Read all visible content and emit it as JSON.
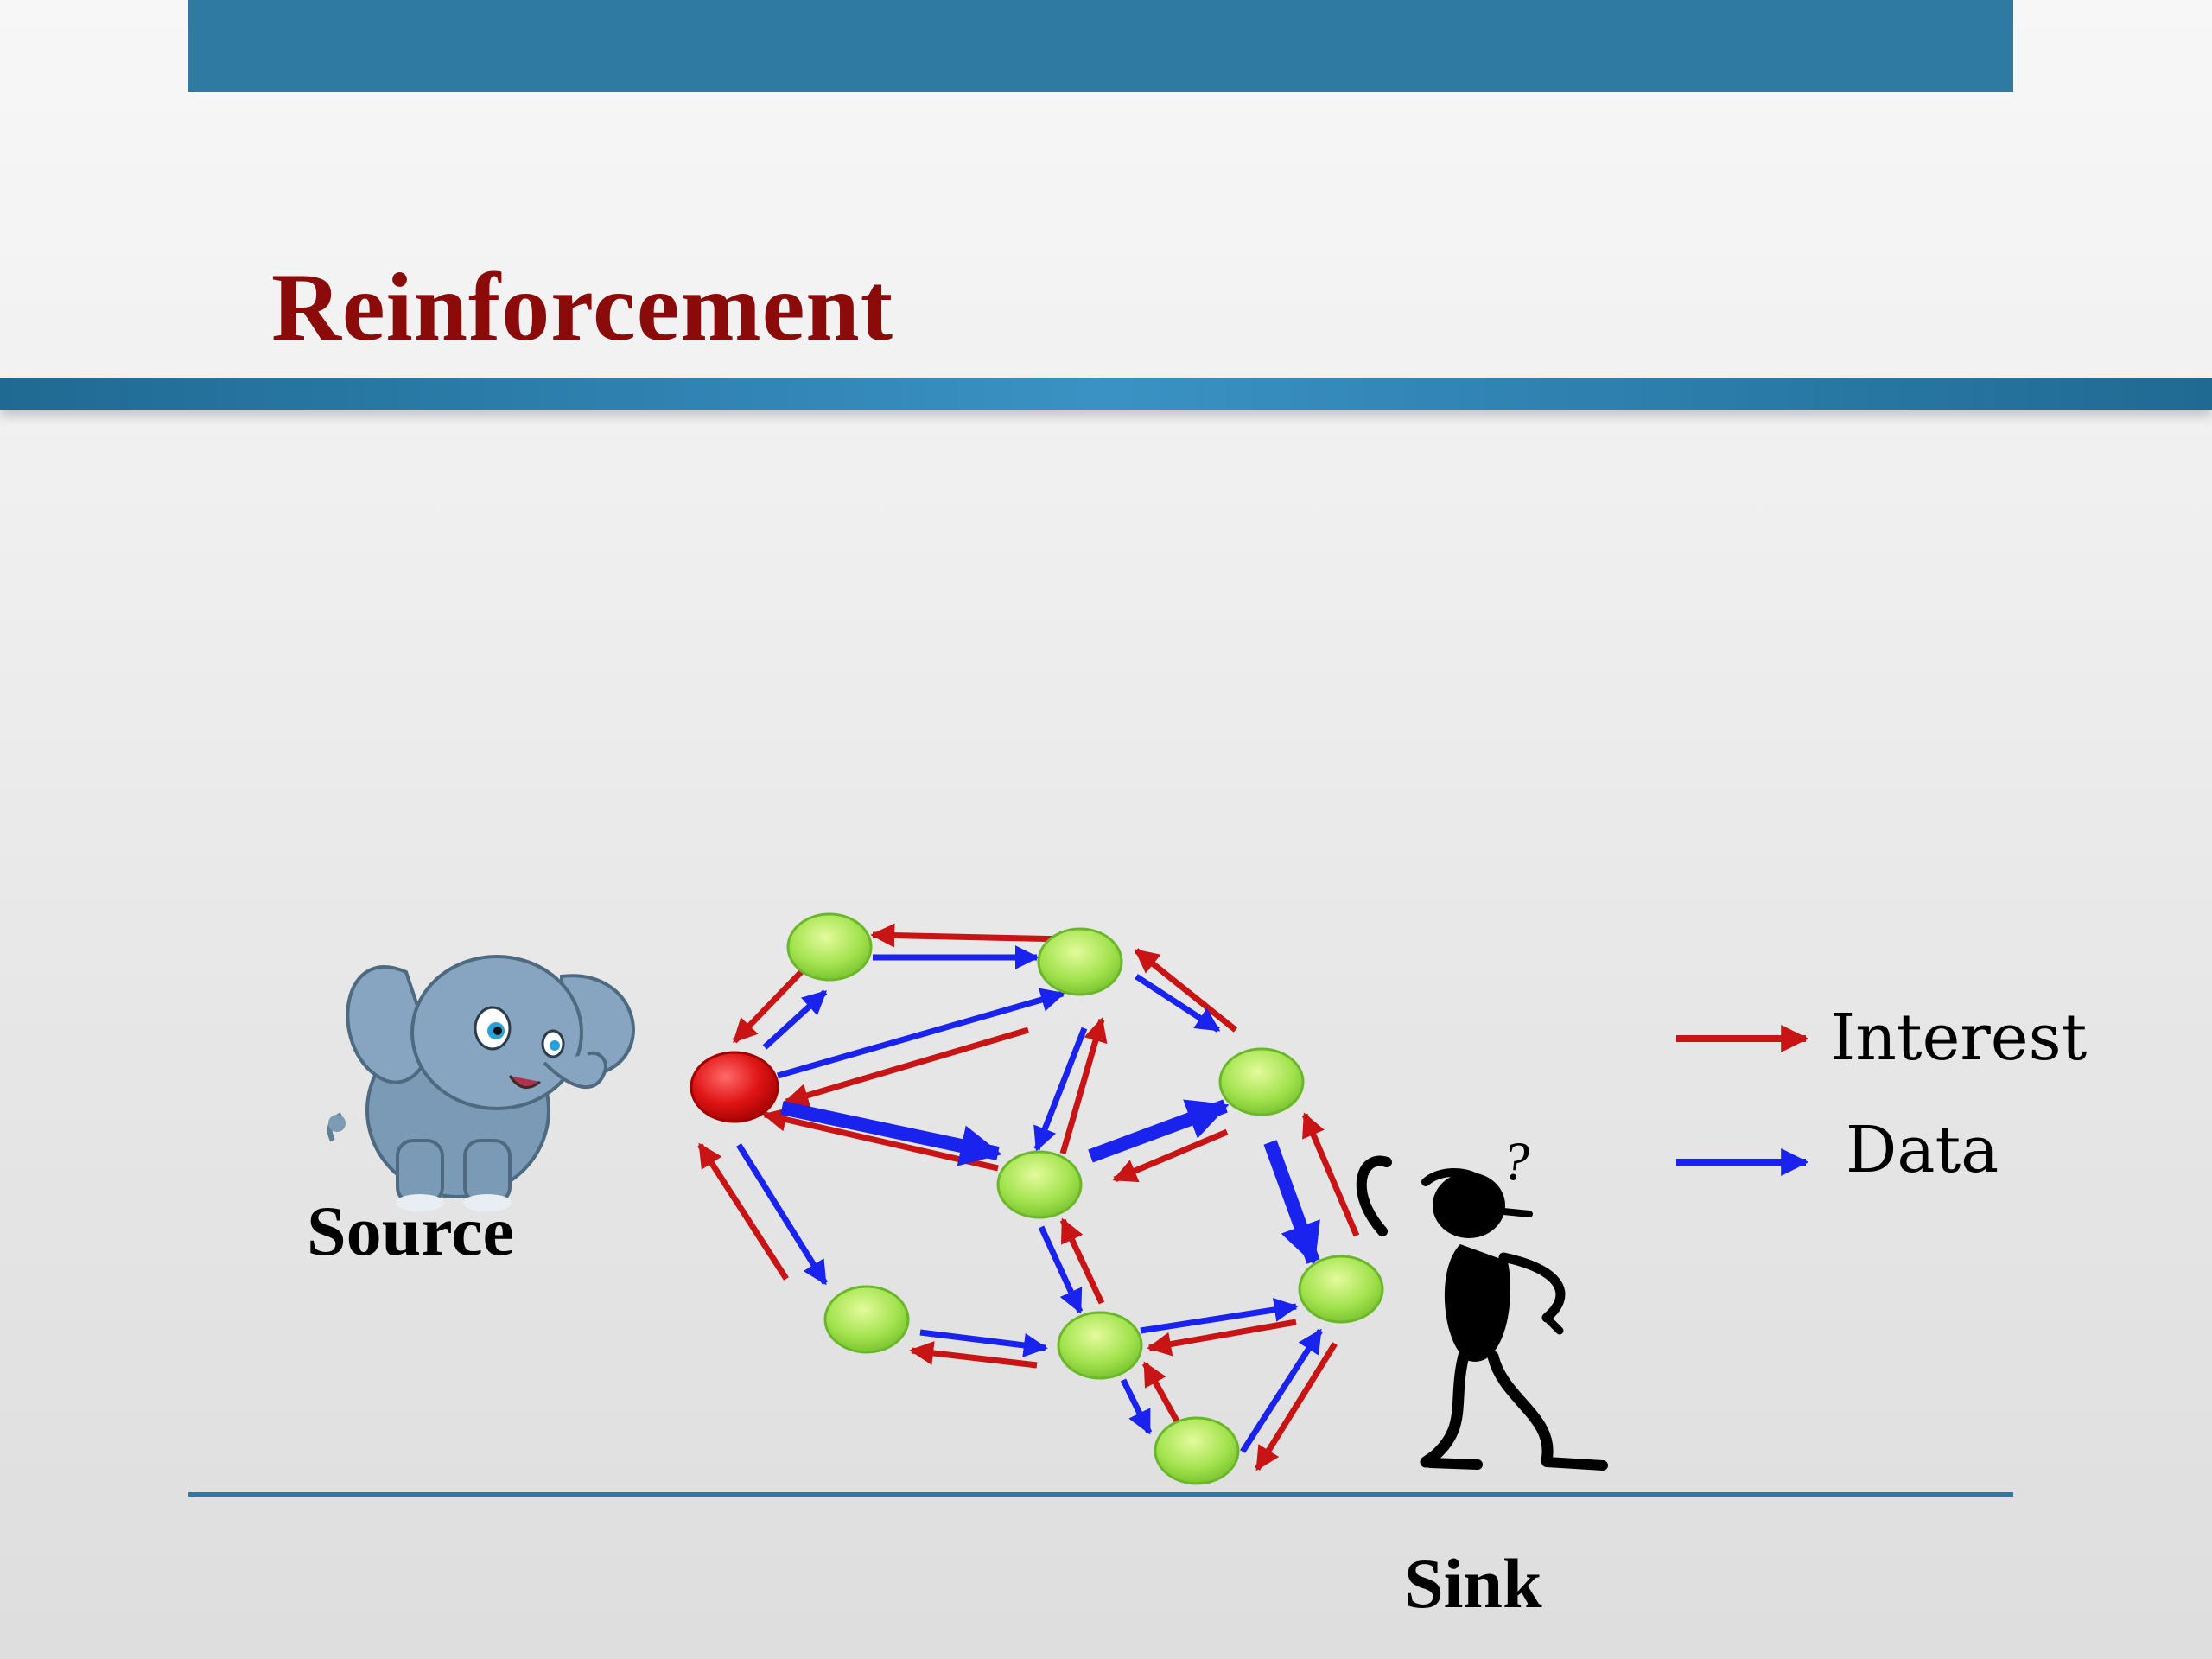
{
  "slide": {
    "title": "Reinforcement"
  },
  "diagram": {
    "source_label": "Source",
    "sink_label": "Sink",
    "sink_annotation": "?",
    "legend": [
      {
        "label": "Interest",
        "color": "#c81414"
      },
      {
        "label": "Data",
        "color": "#1a22ee"
      }
    ],
    "nodes": [
      {
        "id": "source",
        "role": "source"
      },
      {
        "id": "n1"
      },
      {
        "id": "n2"
      },
      {
        "id": "n3"
      },
      {
        "id": "n4"
      },
      {
        "id": "n5"
      },
      {
        "id": "n6"
      },
      {
        "id": "n7"
      },
      {
        "id": "n8"
      },
      {
        "id": "sink-node",
        "role": "sink"
      }
    ],
    "colors": {
      "source_node": "#dd1111",
      "node": "#9be04a",
      "node_edge": "#6ab82a",
      "reinforced_path": "#1a22ee"
    }
  }
}
